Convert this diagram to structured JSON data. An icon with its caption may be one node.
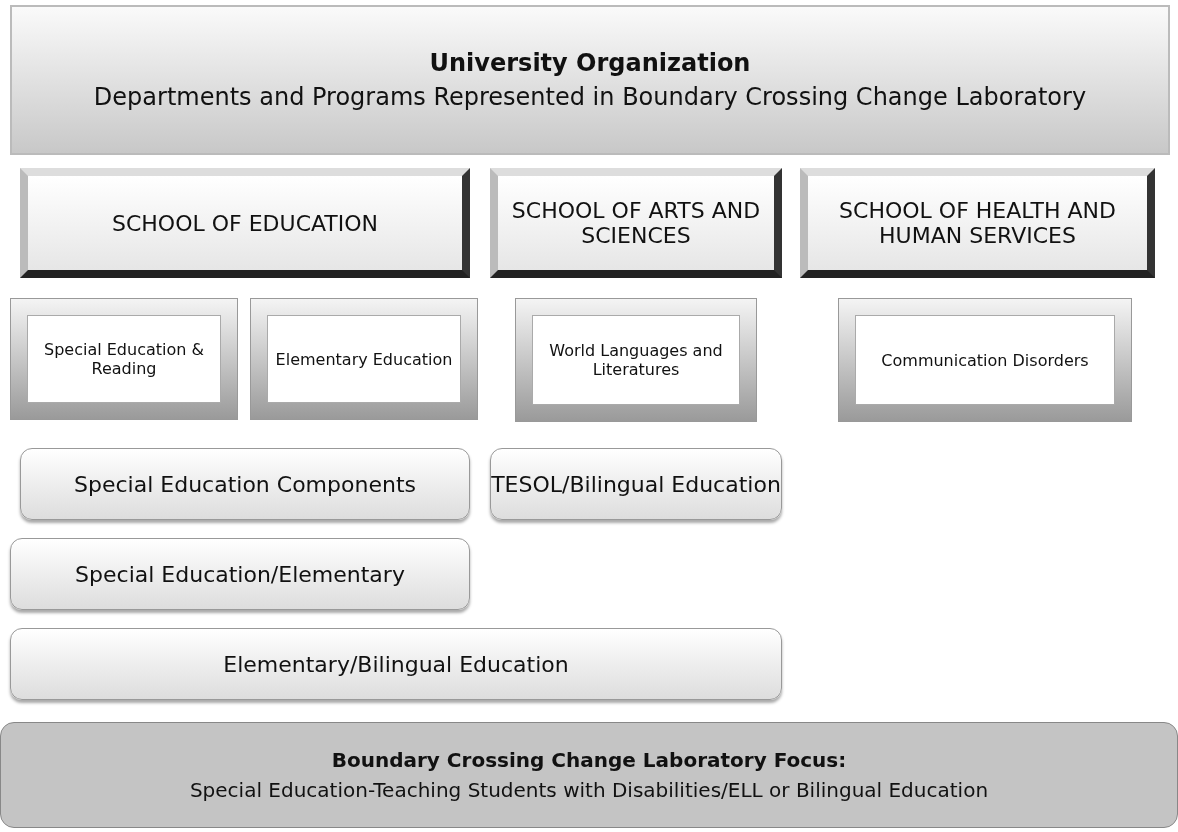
{
  "diagram": {
    "nodes": [
      {
        "text": [
          "University Organization",
          "Departments and Programs Represented in Boundary Crossing Change Laboratory"
        ]
      },
      {
        "text": [
          "SCHOOL OF EDUCATION"
        ]
      },
      {
        "text": [
          "SCHOOL OF ARTS AND SCIENCES"
        ]
      },
      {
        "text": [
          "SCHOOL OF HEALTH AND HUMAN SERVICES"
        ]
      },
      {
        "text": [
          "Special Education & Reading"
        ]
      },
      {
        "text": [
          "Elementary Education"
        ]
      },
      {
        "text": [
          "World Languages and Literatures"
        ]
      },
      {
        "text": [
          "Communication Disorders"
        ]
      },
      {
        "text": [
          "Special Education Components"
        ]
      },
      {
        "text": [
          "TESOL/Bilingual Education"
        ]
      },
      {
        "text": [
          "Special Education/Elementary"
        ]
      },
      {
        "text": [
          "Elementary/Bilingual Education"
        ]
      },
      {
        "text": [
          "Boundary Crossing Change Laboratory Focus:",
          "Special Education-Teaching Students with Disabilities/ELL or Bilingual Education"
        ]
      }
    ],
    "edges": []
  }
}
